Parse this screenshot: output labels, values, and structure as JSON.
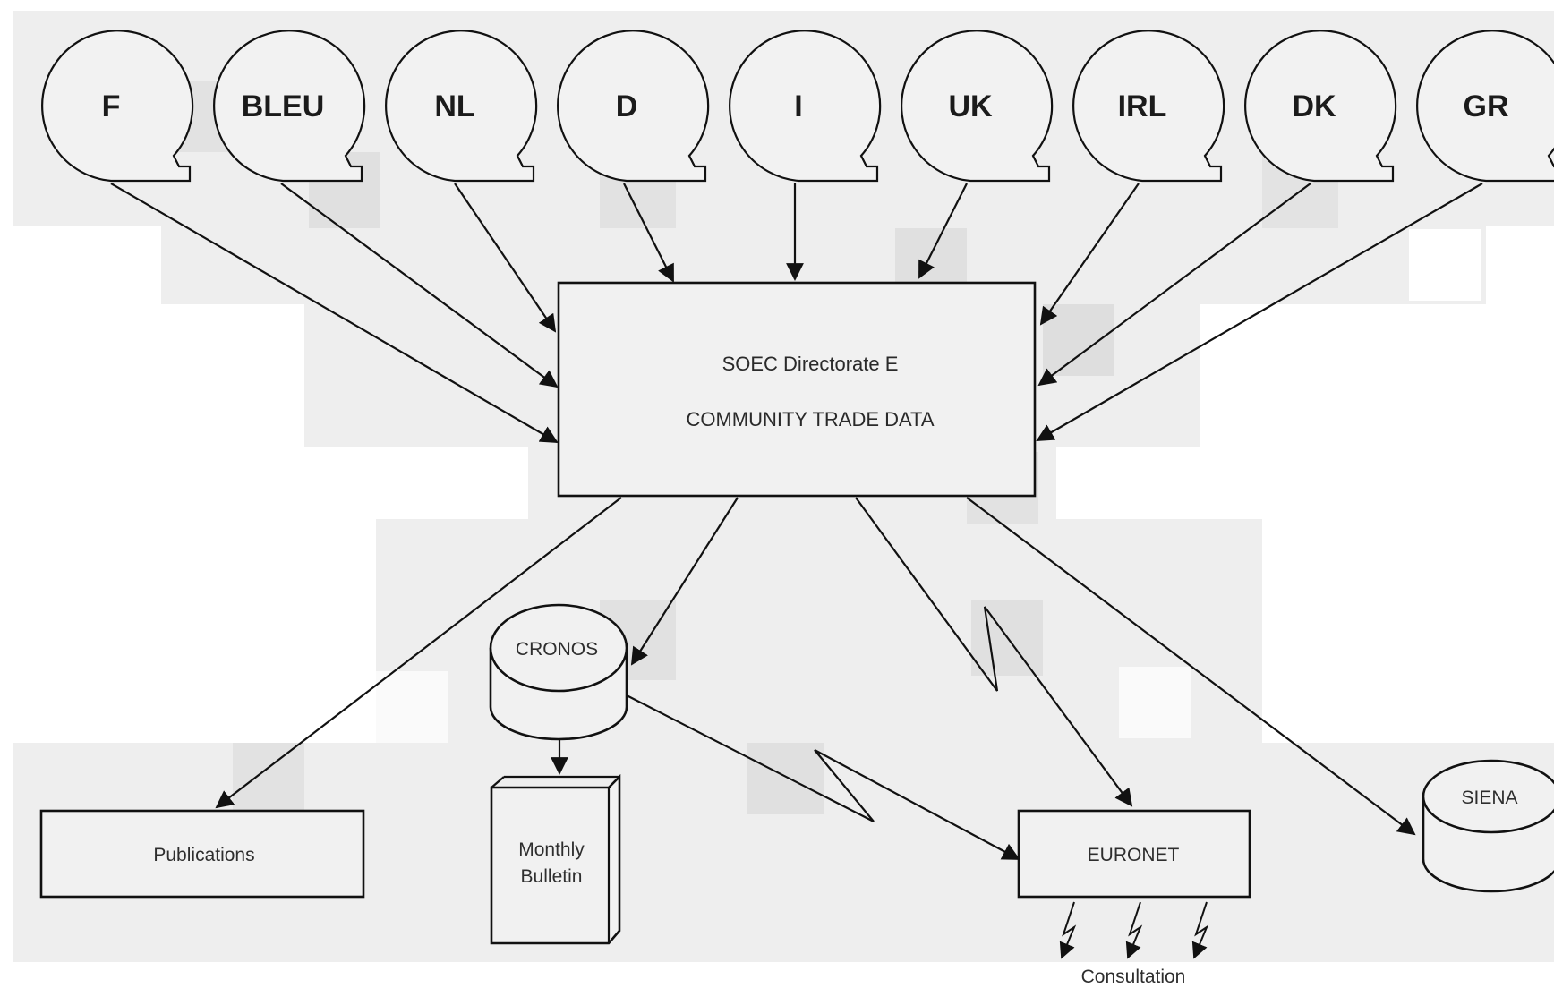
{
  "countries": [
    {
      "code": "F"
    },
    {
      "code": "BLEU"
    },
    {
      "code": "NL"
    },
    {
      "code": "D"
    },
    {
      "code": "I"
    },
    {
      "code": "UK"
    },
    {
      "code": "IRL"
    },
    {
      "code": "DK"
    },
    {
      "code": "GR"
    }
  ],
  "central": {
    "line1": "SOEC Directorate E",
    "line2": "COMMUNITY TRADE DATA"
  },
  "outputs": {
    "publications": "Publications",
    "cronos": "CRONOS",
    "bulletin_line1": "Monthly",
    "bulletin_line2": "Bulletin",
    "euronet": "EURONET",
    "siena": "SIENA",
    "consultation": "Consultation"
  },
  "colors": {
    "background_patch": "#eeeeee",
    "stroke": "#111111",
    "fill": "#f1f1f1"
  }
}
